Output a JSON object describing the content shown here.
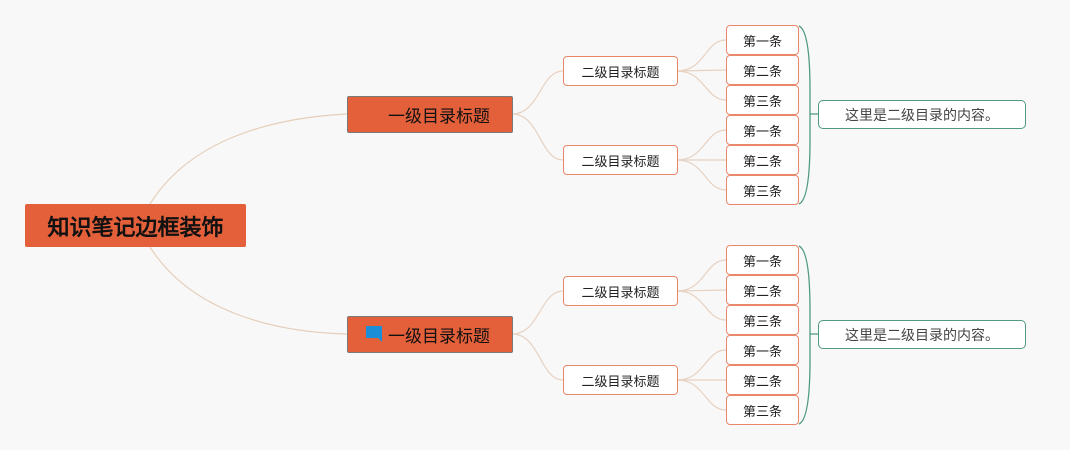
{
  "root": {
    "label": "知识笔记边框装饰"
  },
  "branches": [
    {
      "label": "一级目录标题",
      "flag_icon": "orange-flag-icon",
      "flag_color": "#e4603a",
      "children": [
        {
          "label": "二级目录标题",
          "items": [
            "第一条",
            "第二条",
            "第三条"
          ]
        },
        {
          "label": "二级目录标题",
          "items": [
            "第一条",
            "第二条",
            "第三条"
          ]
        }
      ],
      "summary": "这里是二级目录的内容。"
    },
    {
      "label": "一级目录标题",
      "flag_icon": "blue-flag-icon",
      "flag_color": "#1a8fd8",
      "children": [
        {
          "label": "二级目录标题",
          "items": [
            "第一条",
            "第二条",
            "第三条"
          ]
        },
        {
          "label": "二级目录标题",
          "items": [
            "第一条",
            "第二条",
            "第三条"
          ]
        }
      ],
      "summary": "这里是二级目录的内容。"
    }
  ],
  "colors": {
    "background": "#f8f8f8",
    "topic_fill": "#e4603a",
    "subtopic_border": "#e8876a",
    "summary_border": "#4f9a80"
  }
}
